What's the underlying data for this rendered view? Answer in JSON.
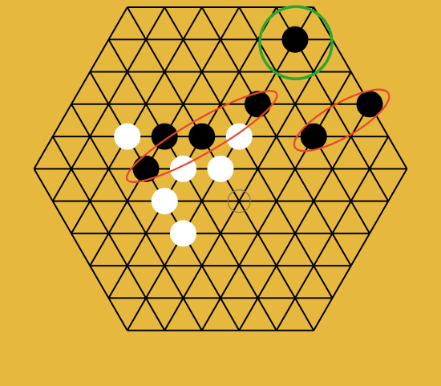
{
  "board": {
    "background_color": "#e6b83e",
    "line_color": "#000000",
    "rows": [
      {
        "count": 6
      },
      {
        "count": 7
      },
      {
        "count": 8
      },
      {
        "count": 9
      },
      {
        "count": 10
      },
      {
        "count": 11
      },
      {
        "count": 10
      },
      {
        "count": 9
      },
      {
        "count": 8
      },
      {
        "count": 7
      },
      {
        "count": 6
      }
    ]
  },
  "stones": [
    {
      "color": "black",
      "row": 1,
      "col": 5
    },
    {
      "color": "black",
      "row": 3,
      "col": 5
    },
    {
      "color": "black",
      "row": 3,
      "col": 8
    },
    {
      "color": "white",
      "row": 4,
      "col": 2
    },
    {
      "color": "black",
      "row": 4,
      "col": 3
    },
    {
      "color": "black",
      "row": 4,
      "col": 4
    },
    {
      "color": "white",
      "row": 4,
      "col": 5
    },
    {
      "color": "black",
      "row": 4,
      "col": 7
    },
    {
      "color": "black",
      "row": 5,
      "col": 3
    },
    {
      "color": "white",
      "row": 5,
      "col": 4
    },
    {
      "color": "white",
      "row": 5,
      "col": 5
    },
    {
      "color": "white",
      "row": 6,
      "col": 3
    },
    {
      "color": "white",
      "row": 7,
      "col": 3
    }
  ],
  "stone_colors": {
    "black": "#000000",
    "white": "#ffffff"
  },
  "annotations": [
    {
      "type": "ring",
      "color": "#2aa632",
      "row": 1,
      "col": 5
    },
    {
      "type": "ellipse",
      "color": "#e8462e",
      "from": {
        "row": 3,
        "col": 5
      },
      "to": {
        "row": 5,
        "col": 3
      }
    },
    {
      "type": "ellipse",
      "color": "#e8462e",
      "from": {
        "row": 3,
        "col": 8
      },
      "to": {
        "row": 4,
        "col": 7
      }
    }
  ],
  "hover_marker": {
    "row": 6,
    "col": 5,
    "color": "#8a7a55"
  }
}
